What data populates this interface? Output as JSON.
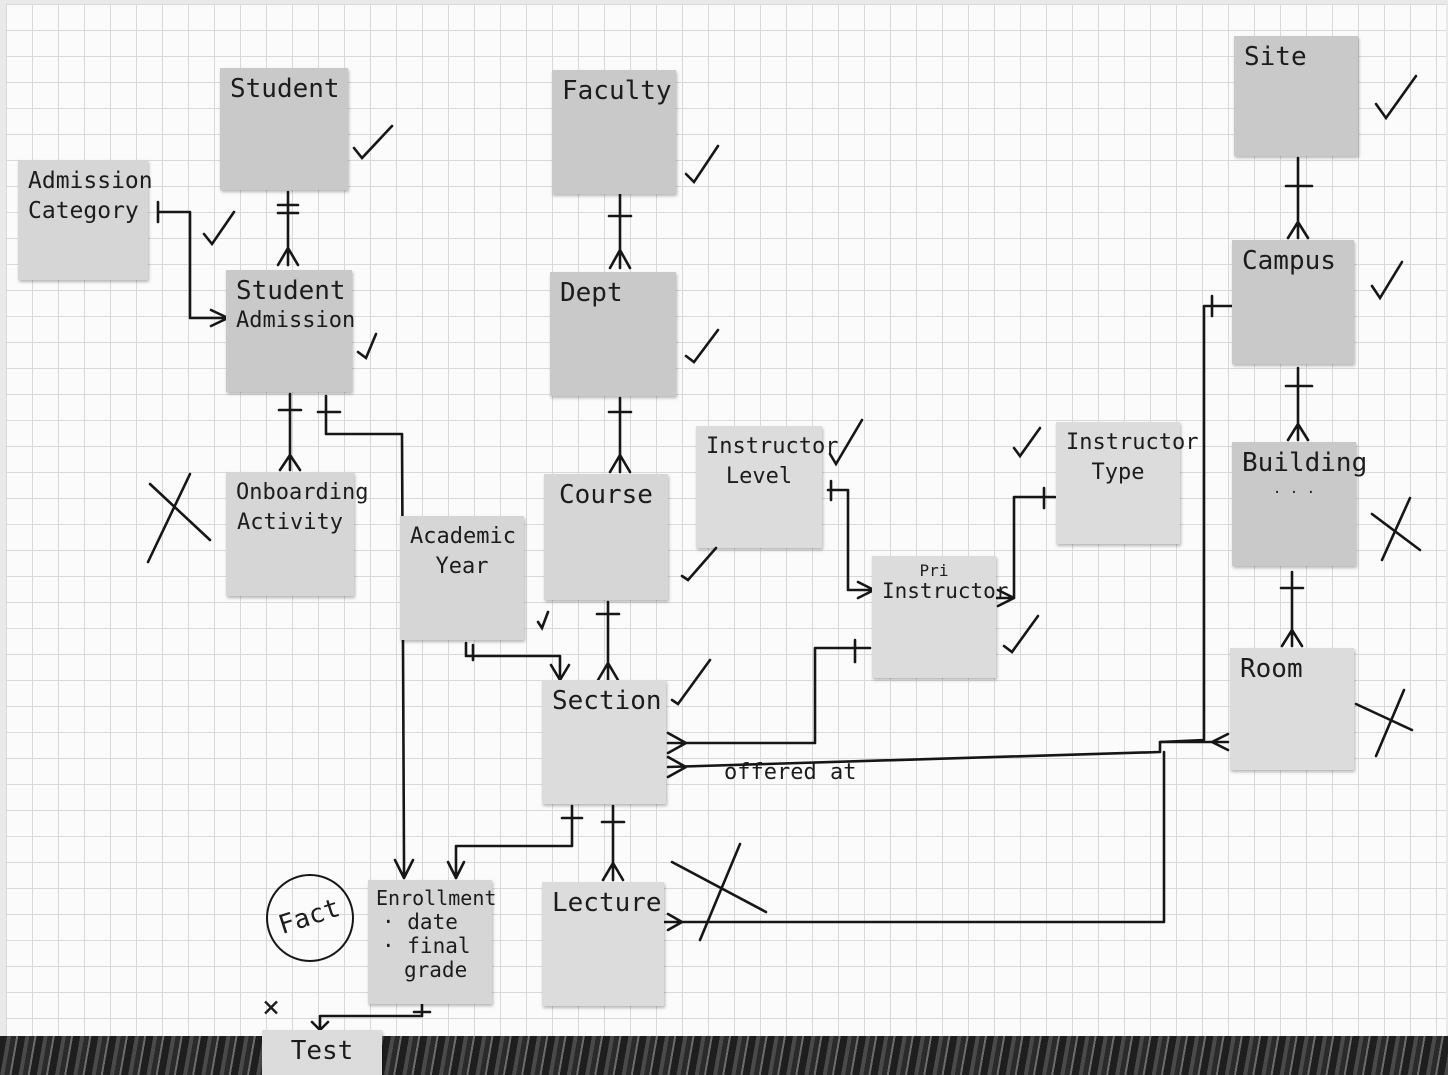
{
  "entities": {
    "student": {
      "title": "Student"
    },
    "admission_category": {
      "line1": "Admission",
      "line2": "Category"
    },
    "student_admission": {
      "line1": "Student",
      "line2": "Admission"
    },
    "onboarding_activity": {
      "line1": "Onboarding",
      "line2": "Activity"
    },
    "faculty": {
      "title": "Faculty"
    },
    "dept": {
      "title": "Dept"
    },
    "course": {
      "title": "Course"
    },
    "academic_year": {
      "line1": "Academic",
      "line2": "Year"
    },
    "section": {
      "title": "Section"
    },
    "enrollment": {
      "title": "Enrollment",
      "attrs": [
        "· date",
        "· final",
        "grade"
      ]
    },
    "lecture": {
      "title": "Lecture"
    },
    "test": {
      "title": "Test"
    },
    "instructor_level": {
      "line1": "Instructor",
      "line2": "Level"
    },
    "pri_instructor": {
      "line1": "Pri",
      "line2": "Instructor"
    },
    "instructor_type": {
      "line1": "Instructor",
      "line2": "Type"
    },
    "site": {
      "title": "Site"
    },
    "campus": {
      "title": "Campus"
    },
    "building": {
      "title": "Building",
      "sub": "· · ·"
    },
    "room": {
      "title": "Room"
    }
  },
  "annotations": {
    "fact": "Fact",
    "offered_at": "offered at",
    "x_mark": "×"
  },
  "marks": {
    "checked": [
      "Student",
      "Admission Category",
      "Student Admission",
      "Faculty",
      "Dept",
      "Course",
      "Academic Year",
      "Section",
      "Instructor Level",
      "Pri Instructor",
      "Instructor Type",
      "Site",
      "Campus"
    ],
    "crossed": [
      "Onboarding Activity",
      "Lecture",
      "Building",
      "Room",
      "Test"
    ]
  }
}
